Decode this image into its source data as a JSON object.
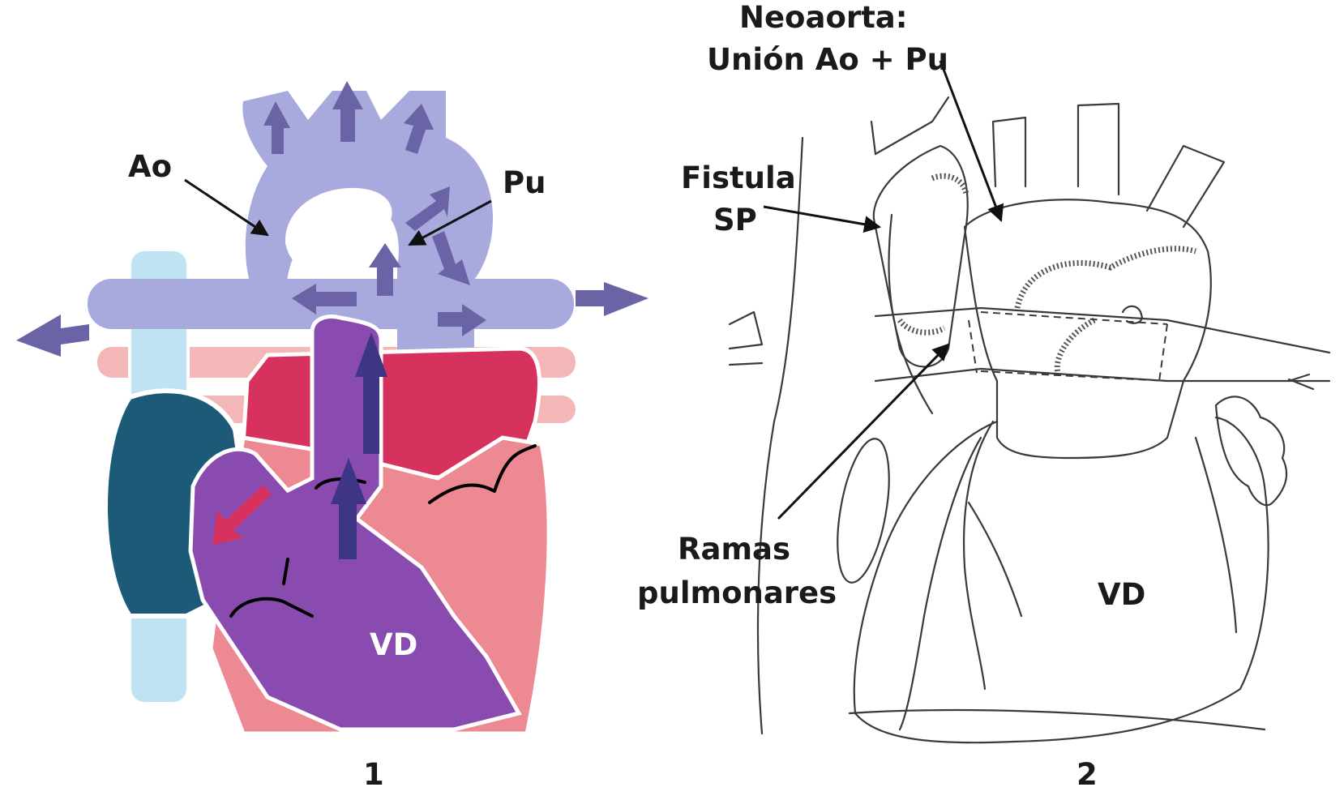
{
  "panel_1": {
    "number": "1",
    "labels": {
      "aorta": "Ao",
      "pulmonary": "Pu",
      "right_ventricle": "VD"
    },
    "colors": {
      "great_vessels": "#a8a9dc",
      "vena_cava": "#bfe3f3",
      "right_atrium": "#1c5a78",
      "left_heart": "#d6325d",
      "ventricle_wall": "#ec8993",
      "mixed_blood": "#8a4bb0",
      "flow_arrow": "#6a63a6",
      "main_flow_arrow": "#3e3585",
      "pink_band": "#f4b7b7"
    }
  },
  "panel_2": {
    "number": "2",
    "labels": {
      "neoaorta_line1": "Neoaorta:",
      "neoaorta_line2": "Unión Ao + Pu",
      "fistula_line1": "Fistula",
      "fistula_line2": "SP",
      "branches_line1": "Ramas",
      "branches_line2": "pulmonares",
      "right_ventricle": "VD"
    }
  }
}
